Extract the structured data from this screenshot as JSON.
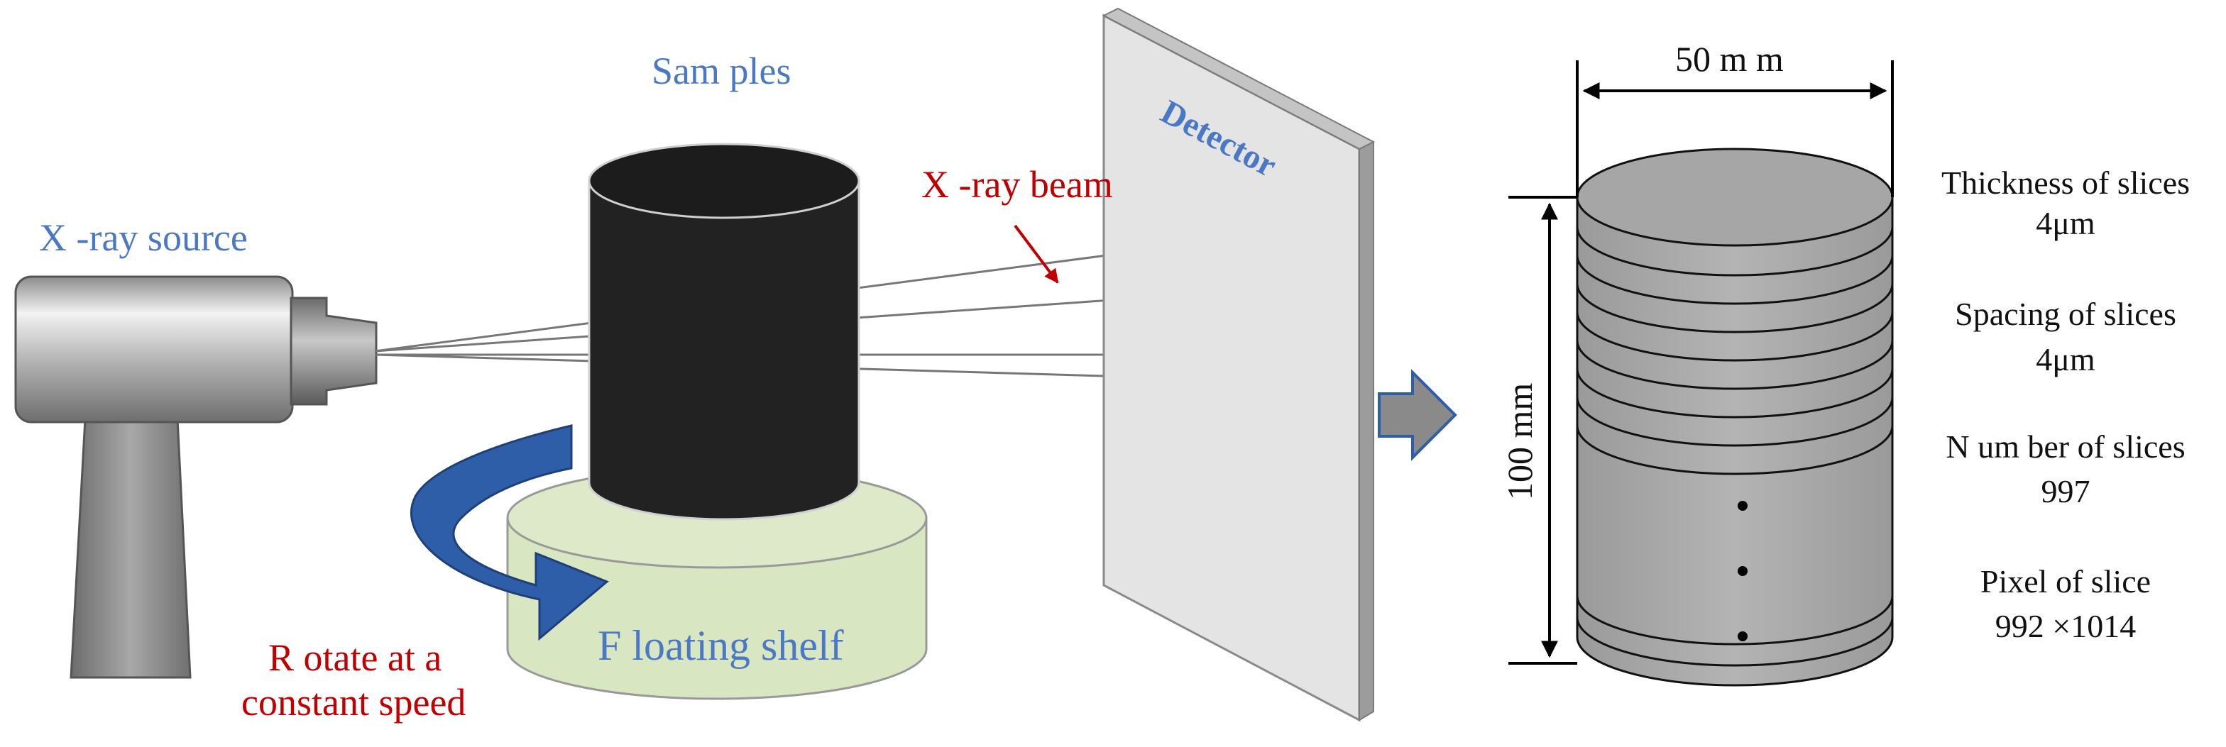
{
  "colors": {
    "blue_label": "#4a78c4",
    "red_label": "#c00000",
    "cylinder_dark": "#222222",
    "shelf_green": "#d9e6c2",
    "rotate_arrow": "#2f5ea8",
    "detector_panel": "#e4e4e4",
    "slice_grey": "#a6a6a6"
  },
  "left": {
    "xray_source_label": "X -ray source",
    "samples_label": "Sam ples",
    "xray_beam_label": "X -ray beam",
    "detector_label": "Detector",
    "floating_shelf_label": "F loating shelf",
    "rotate_line1": "R otate at a",
    "rotate_line2": "constant speed"
  },
  "right": {
    "width_label": "50 m m",
    "height_label": "100 mm",
    "specs": [
      {
        "title": "Thickness of slices",
        "value": "4μm"
      },
      {
        "title": "Spacing of slices",
        "value": "4μm"
      },
      {
        "title": "N um ber of slices",
        "value": "997"
      },
      {
        "title": "Pixel of slice",
        "value": "992 ×1014"
      }
    ]
  }
}
